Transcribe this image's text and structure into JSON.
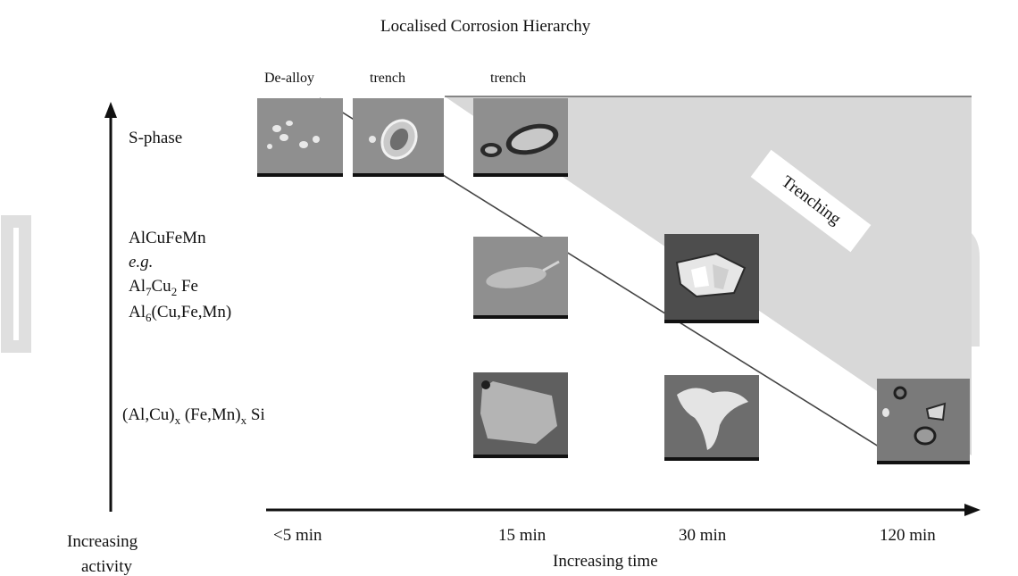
{
  "title": "Localised Corrosion Hierarchy",
  "column_labels": {
    "dealloy": "De-alloy",
    "trench1": "trench",
    "trench2": "trench"
  },
  "row_labels": {
    "s_phase": "S-phase",
    "alcufemn": "AlCuFeMn",
    "eg": "e.g.",
    "al7": {
      "al": "Al",
      "sub1": "7",
      "cu": "Cu",
      "sub2": "2",
      "fe": " Fe"
    },
    "al6": {
      "al": "Al",
      "sub1": "6",
      "rest": "(Cu,Fe,Mn)"
    },
    "alcu": {
      "a": "(Al,Cu)",
      "x1": "x",
      "b": " (Fe,Mn)",
      "x2": "x",
      "c": " Si"
    }
  },
  "region_label": "Trenching",
  "y_axis_label": [
    "Increasing",
    "activity"
  ],
  "x_axis_label": "Increasing time",
  "time_labels": [
    "<5 min",
    "15 min",
    "30 min",
    "120 min"
  ]
}
